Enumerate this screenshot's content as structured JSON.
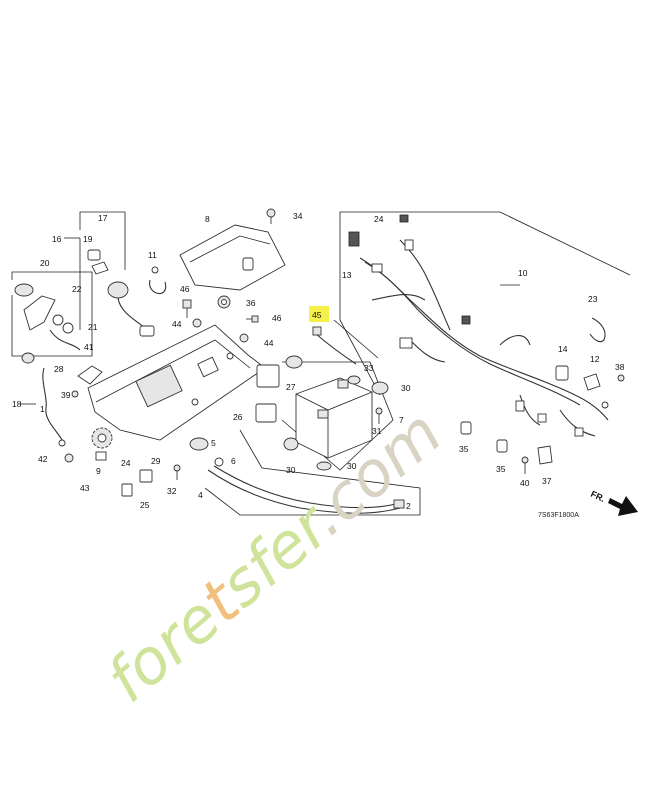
{
  "diagram": {
    "drawing_code": "7S63F1800A",
    "front_marker": "FR.",
    "highlighted_callout": "45",
    "highlight_color": "#f5f04a",
    "callouts": [
      {
        "id": "1",
        "label": "1"
      },
      {
        "id": "2",
        "label": "2"
      },
      {
        "id": "4",
        "label": "4"
      },
      {
        "id": "5",
        "label": "5"
      },
      {
        "id": "6",
        "label": "6"
      },
      {
        "id": "7",
        "label": "7"
      },
      {
        "id": "8",
        "label": "8"
      },
      {
        "id": "9",
        "label": "9"
      },
      {
        "id": "10",
        "label": "10"
      },
      {
        "id": "11",
        "label": "11"
      },
      {
        "id": "12",
        "label": "12"
      },
      {
        "id": "13",
        "label": "13"
      },
      {
        "id": "14",
        "label": "14"
      },
      {
        "id": "16",
        "label": "16"
      },
      {
        "id": "17",
        "label": "17"
      },
      {
        "id": "18",
        "label": "18"
      },
      {
        "id": "19",
        "label": "19"
      },
      {
        "id": "20",
        "label": "20"
      },
      {
        "id": "21",
        "label": "21"
      },
      {
        "id": "22",
        "label": "22"
      },
      {
        "id": "23",
        "label": "23"
      },
      {
        "id": "24a",
        "label": "24"
      },
      {
        "id": "24b",
        "label": "24"
      },
      {
        "id": "25",
        "label": "25"
      },
      {
        "id": "26",
        "label": "26"
      },
      {
        "id": "27",
        "label": "27"
      },
      {
        "id": "28",
        "label": "28"
      },
      {
        "id": "29",
        "label": "29"
      },
      {
        "id": "30a",
        "label": "30"
      },
      {
        "id": "30b",
        "label": "30"
      },
      {
        "id": "30c",
        "label": "30"
      },
      {
        "id": "31",
        "label": "31"
      },
      {
        "id": "32",
        "label": "32"
      },
      {
        "id": "33",
        "label": "33"
      },
      {
        "id": "34",
        "label": "34"
      },
      {
        "id": "35a",
        "label": "35"
      },
      {
        "id": "35b",
        "label": "35"
      },
      {
        "id": "36",
        "label": "36"
      },
      {
        "id": "37",
        "label": "37"
      },
      {
        "id": "38",
        "label": "38"
      },
      {
        "id": "39",
        "label": "39"
      },
      {
        "id": "40",
        "label": "40"
      },
      {
        "id": "41",
        "label": "41"
      },
      {
        "id": "42",
        "label": "42"
      },
      {
        "id": "43",
        "label": "43"
      },
      {
        "id": "44a",
        "label": "44"
      },
      {
        "id": "44b",
        "label": "44"
      },
      {
        "id": "45",
        "label": "45"
      },
      {
        "id": "46a",
        "label": "46"
      },
      {
        "id": "46b",
        "label": "46"
      }
    ]
  },
  "watermark": {
    "parts": [
      {
        "text": "fore",
        "color": "#cfe39a"
      },
      {
        "text": "t",
        "color": "#f2c07e"
      },
      {
        "text": "sfer",
        "color": "#cfe39a"
      },
      {
        "text": ".com",
        "color": "#d9d3c4"
      }
    ]
  }
}
